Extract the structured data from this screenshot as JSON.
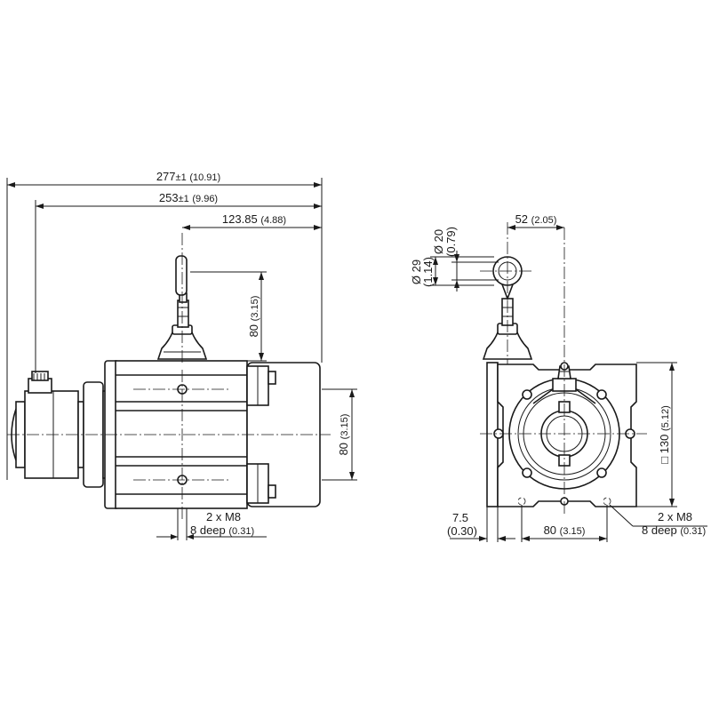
{
  "side_view": {
    "overall_length": {
      "value": "277",
      "tol": "±1",
      "inch": "(10.91)"
    },
    "body_length": {
      "value": "253",
      "tol": "±1",
      "inch": "(9.96)"
    },
    "cable_offset": {
      "value": "123.85",
      "inch": "(4.88)"
    },
    "cable_height": {
      "value": "80",
      "inch": "(3.15)"
    },
    "hole_spacing": {
      "value": "80",
      "inch": "(3.15)"
    },
    "thread": {
      "line1": "2 x M8",
      "line2": "8 deep",
      "inch": "(0.31)"
    }
  },
  "front_view": {
    "cable_offset": {
      "value": "52",
      "inch": "(2.05)"
    },
    "eyelet_inner": {
      "value": "Ø 20",
      "inch": "(0.79)"
    },
    "eyelet_outer": {
      "value": "Ø 29",
      "inch": "(1.14)"
    },
    "square": {
      "value": "130",
      "inch": "(5.12)"
    },
    "flange": {
      "value": "7.5",
      "inch": "(0.30)"
    },
    "hole_spacing": {
      "value": "80",
      "inch": "(3.15)"
    },
    "thread": {
      "line1": "2 x M8",
      "line2": "8 deep",
      "inch": "(0.31)"
    }
  },
  "symbols": {
    "square": "□"
  }
}
